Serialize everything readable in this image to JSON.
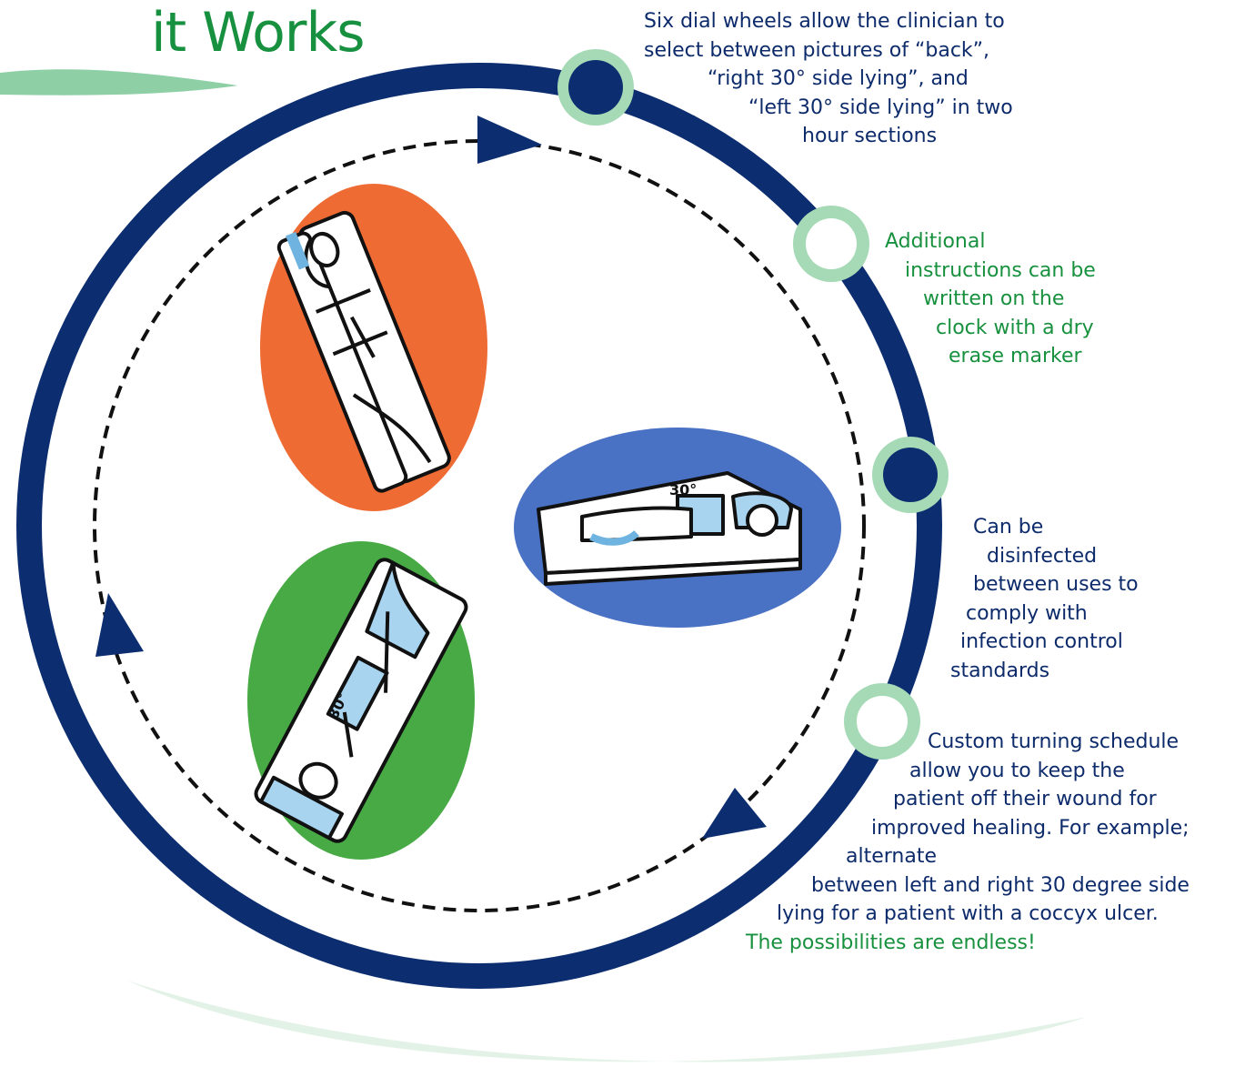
{
  "title": "it Works",
  "colors": {
    "navy": "#0c2e70",
    "light_green": "#a6dab7",
    "title_green": "#17913f",
    "orange": "#ee6b34",
    "blue": "#4a72c4",
    "green": "#48aa45"
  },
  "callouts": [
    {
      "id": "dial-wheels",
      "marker": "filled",
      "lines": [
        "Six dial wheels allow the clinician to",
        "select between pictures of “back”,",
        "“right 30° side lying”, and",
        "“left 30° side lying” in two",
        "hour sections"
      ]
    },
    {
      "id": "instructions",
      "marker": "hollow",
      "lines": [
        "Additional",
        "instructions can be",
        "written on the",
        "clock with a dry",
        "erase marker"
      ]
    },
    {
      "id": "disinfected",
      "marker": "filled",
      "lines": [
        "Can be",
        "disinfected",
        "between uses to",
        "comply with",
        "infection control",
        "standards"
      ]
    },
    {
      "id": "custom-schedule",
      "marker": "hollow",
      "lines": [
        "Custom turning schedule",
        "allow you to keep the",
        "patient off their wound for",
        "improved healing. For example;",
        "alternate",
        "between left and right 30 degree side",
        "lying for a patient with a coccyx ulcer."
      ],
      "closing": "The possibilities are endless!"
    }
  ],
  "position_labels": {
    "right": "30°",
    "left": "30°"
  }
}
